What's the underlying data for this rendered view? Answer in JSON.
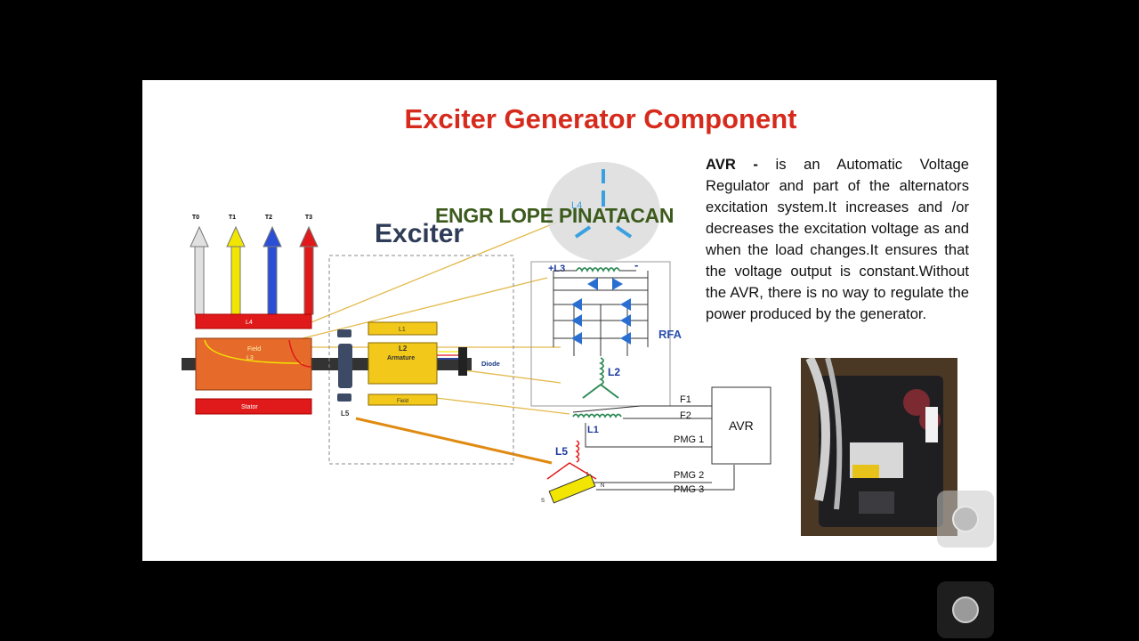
{
  "title": "Exciter Generator Component",
  "exciter_label": "Exciter",
  "watermark": "ENGR LOPE PINATACAN",
  "avr_text": {
    "term": "AVR",
    "dash": " - ",
    "body": "is an Automatic Voltage Regulator and part of the alternators excitation system.It increases and /or decreases the excitation voltage as and when the load changes.It ensures that the voltage output is constant.Without the AVR, there is no way to regulate the power produced by the generator."
  },
  "left_diagram": {
    "terminals": [
      "T0",
      "T1",
      "T2",
      "T3"
    ],
    "arrow_colors": [
      "#e0e0e0",
      "#f2e600",
      "#2a4fd6",
      "#e01a1a"
    ],
    "l4_label": "L4",
    "field_label": "Field",
    "l3_label": "L3",
    "stator_label": "Stator",
    "l1_label": "L1",
    "l2_label": "L2",
    "armature_label": "Armature",
    "field2_label": "Field",
    "diode_label": "Diode",
    "l5_label": "L5"
  },
  "right_diagram": {
    "l4_label": "L4",
    "l3_label": "+L3",
    "minus_label": "-",
    "rfa_label": "RFA",
    "l2_label": "L2",
    "f1_label": "F1",
    "f2_label": "F2",
    "l1_label": "L1",
    "avr_box_label": "AVR",
    "pmg1_label": "PMG 1",
    "l5_label": "L5",
    "pmg2_label": "PMG 2",
    "pmg3_label": "PMG 3",
    "s_label": "S",
    "n_label": "N"
  },
  "colors": {
    "title": "#d62a1c",
    "exciter_label": "#2e3c57",
    "watermark": "#3b5a1c",
    "rfa": "#2a4fb0"
  }
}
